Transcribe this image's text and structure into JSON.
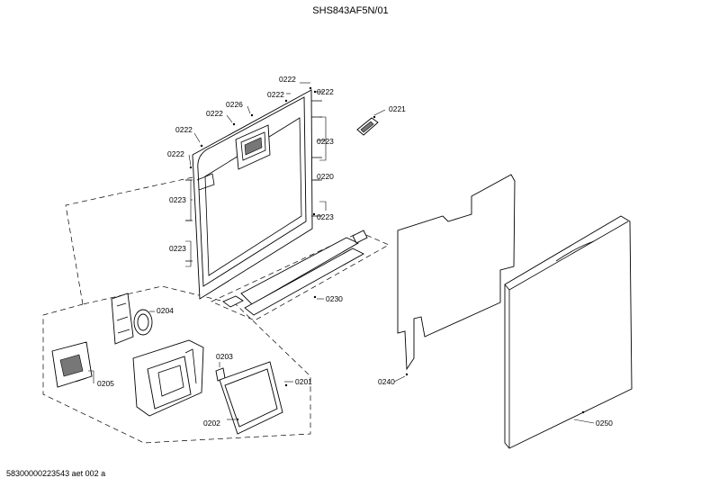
{
  "header": {
    "title": "SHS843AF5N/01"
  },
  "footer": {
    "code": "58300000223543 aet 002 a"
  },
  "labels": {
    "l0222a": "0222",
    "l0222b": "0222",
    "l0222c": "0222",
    "l0222d": "0222",
    "l0222e": "0222",
    "l0222f": "0222",
    "l0226": "0226",
    "l0221": "0221",
    "l0223a": "0223",
    "l0223b": "0223",
    "l0223c": "0223",
    "l0223d": "0223",
    "l0220": "0220",
    "l0230": "0230",
    "l0204": "0204",
    "l0203": "0203",
    "l0205": "0205",
    "l0201": "0201",
    "l0202": "0202",
    "l0240": "0240",
    "l0250": "0250"
  }
}
